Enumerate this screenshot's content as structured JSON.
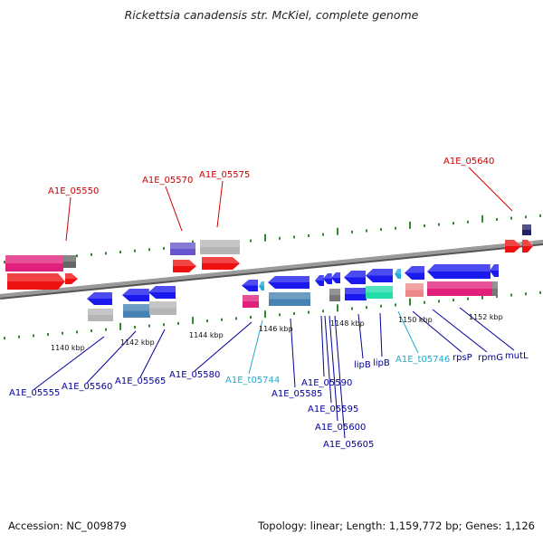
{
  "title": "Rickettsia canadensis str. McKiel, complete genome",
  "footer": {
    "accession": "Accession: NC_009879",
    "summary": "Topology: linear; Length: 1,159,772 bp; Genes: 1,126"
  },
  "colors": {
    "backbone": "#888888",
    "tick": "#2e8b2e",
    "top_label": "#cc0000",
    "bottom_label": "#000099",
    "trna_label": "#22aacc"
  },
  "scale_labels": [
    {
      "text": "1140 kbp",
      "kbp": 1140
    },
    {
      "text": "1142 kbp",
      "kbp": 1142
    },
    {
      "text": "1144 kbp",
      "kbp": 1144
    },
    {
      "text": "1146 kbp",
      "kbp": 1146
    },
    {
      "text": "1148 kbp",
      "kbp": 1148
    },
    {
      "text": "1150 kbp",
      "kbp": 1150
    },
    {
      "text": "1152 kbp",
      "kbp": 1152
    }
  ],
  "top_labels": [
    {
      "id": "A1E_05550",
      "text": "A1E_05550"
    },
    {
      "id": "A1E_05570",
      "text": "A1E_05570"
    },
    {
      "id": "A1E_05575",
      "text": "A1E_05575"
    },
    {
      "id": "A1E_05640",
      "text": "A1E_05640"
    }
  ],
  "bottom_labels": [
    {
      "id": "A1E_05555",
      "text": "A1E_05555",
      "kind": "gene"
    },
    {
      "id": "A1E_05560",
      "text": "A1E_05560",
      "kind": "gene"
    },
    {
      "id": "A1E_05565",
      "text": "A1E_05565",
      "kind": "gene"
    },
    {
      "id": "A1E_05580",
      "text": "A1E_05580",
      "kind": "gene"
    },
    {
      "id": "A1E_t05744",
      "text": "A1E_t05744",
      "kind": "trna"
    },
    {
      "id": "A1E_05585",
      "text": "A1E_05585",
      "kind": "gene"
    },
    {
      "id": "A1E_05590",
      "text": "A1E_05590",
      "kind": "gene"
    },
    {
      "id": "A1E_05595",
      "text": "A1E_05595",
      "kind": "gene"
    },
    {
      "id": "A1E_05600",
      "text": "A1E_05600",
      "kind": "gene"
    },
    {
      "id": "A1E_05605",
      "text": "A1E_05605",
      "kind": "gene"
    },
    {
      "id": "lipB_1",
      "text": "lipB",
      "kind": "gene"
    },
    {
      "id": "lipB_2",
      "text": "lipB",
      "kind": "gene"
    },
    {
      "id": "A1E_t05746",
      "text": "A1E_t05746",
      "kind": "trna"
    },
    {
      "id": "rpsP",
      "text": "rpsP",
      "kind": "gene"
    },
    {
      "id": "rpmG",
      "text": "rpmG",
      "kind": "gene"
    },
    {
      "id": "mutL",
      "text": "mutL",
      "kind": "gene"
    }
  ]
}
